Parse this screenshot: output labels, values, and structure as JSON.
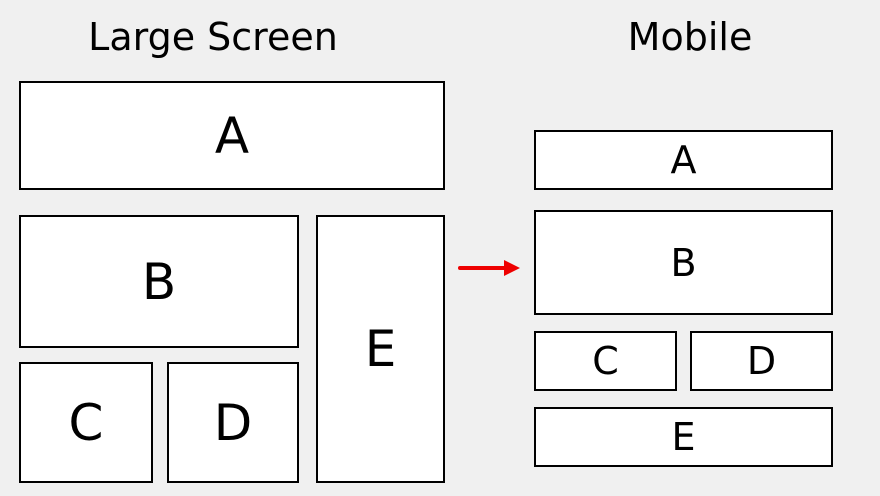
{
  "headings": {
    "large": "Large Screen",
    "mobile": "Mobile"
  },
  "large_screen": {
    "a": "A",
    "b": "B",
    "c": "C",
    "d": "D",
    "e": "E"
  },
  "mobile": {
    "a": "A",
    "b": "B",
    "c": "C",
    "d": "D",
    "e": "E"
  },
  "colors": {
    "background": "#f0f0f0",
    "box_fill": "#ffffff",
    "box_border": "#000000",
    "arrow": "#ee0000"
  },
  "icons": {
    "transition": "arrow-right-icon"
  }
}
